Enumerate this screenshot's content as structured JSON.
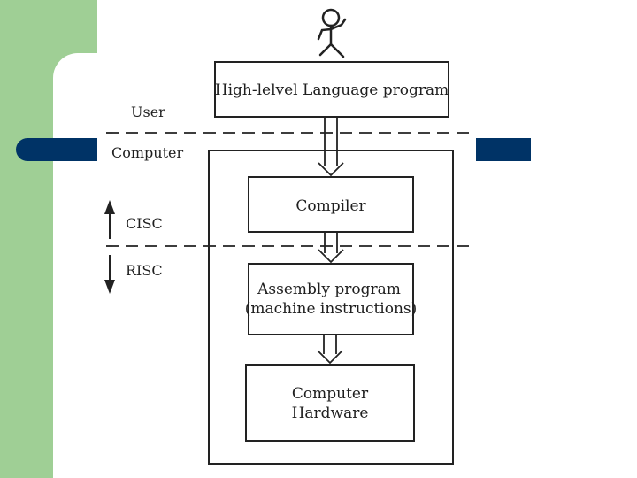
{
  "labels": {
    "top_box": "High-lelvel Language program",
    "compiler": "Compiler",
    "assembly_line1": "Assembly program",
    "assembly_line2": "(machine instructions)",
    "hardware_line1": "Computer",
    "hardware_line2": "Hardware",
    "user": "User",
    "computer": "Computer",
    "cisc": "CISC",
    "risc": "RISC"
  },
  "colors": {
    "side_band": "#9fcf95",
    "navy_accent": "#003366",
    "line": "#222222"
  }
}
